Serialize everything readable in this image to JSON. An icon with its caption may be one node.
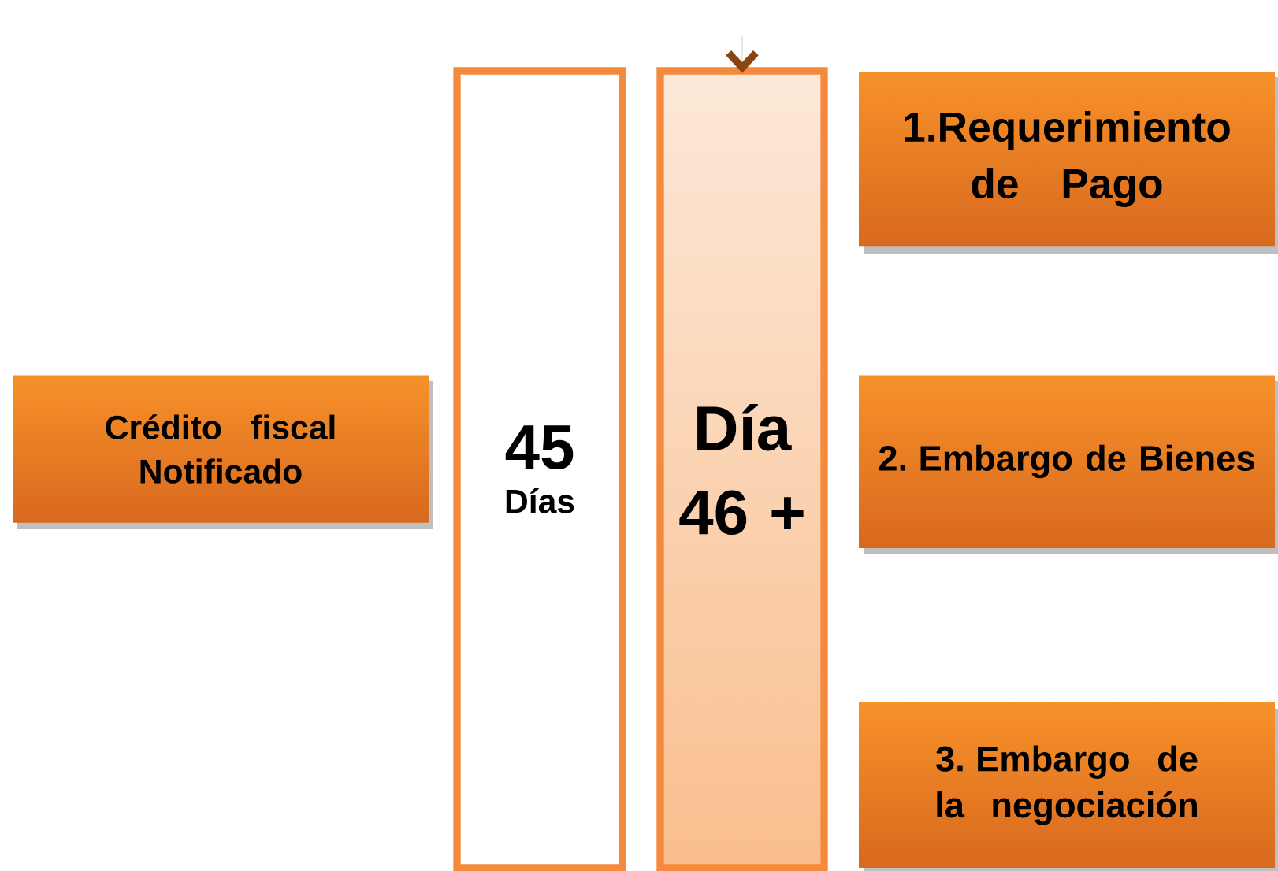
{
  "diagram": {
    "nodes": [
      {
        "text": [
          "Crédito fiscal Notificado"
        ]
      },
      {
        "text": [
          "45",
          "Días"
        ]
      },
      {
        "text": [
          "Día 46 +"
        ]
      },
      {
        "text": [
          "1.Requerimiento de Pago"
        ]
      },
      {
        "text": [
          "2. Embargo de Bienes"
        ]
      },
      {
        "text": [
          "3. Embargo de la negociación"
        ]
      }
    ],
    "edges": [
      {
        "from": null,
        "to": 2,
        "arrow": "to"
      }
    ]
  }
}
